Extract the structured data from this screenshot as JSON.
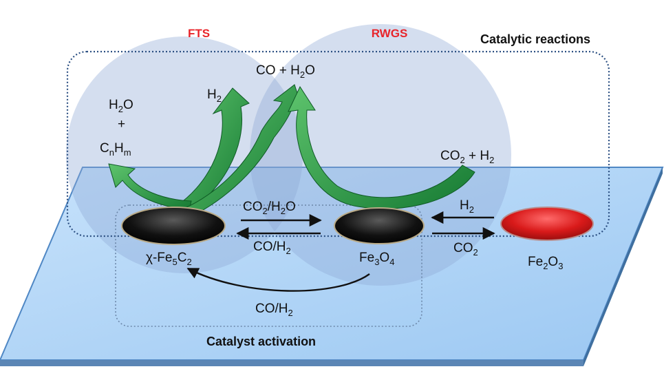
{
  "colors": {
    "fts": "#e8242a",
    "rwgs": "#e8242a",
    "plate": "#a9d1f5",
    "plate_edge": "#4f87c4",
    "circle": "#8ea9d4",
    "arrow_green": "#1f9b44",
    "fe2o3": "#d91a1a",
    "dark_disc": "#111111"
  },
  "titles": {
    "fts": "FTS",
    "rwgs": "RWGS",
    "catalytic_reactions": "Catalytic reactions",
    "catalyst_activation": "Catalyst activation"
  },
  "species": {
    "fe5c2_prefix": "χ-Fe",
    "fe5c2_sub1": "5",
    "fe5c2_mid": "C",
    "fe5c2_sub2": "2",
    "fe3o4_prefix": "Fe",
    "fe3o4_sub1": "3",
    "fe3o4_mid": "O",
    "fe3o4_sub2": "4",
    "fe2o3_prefix": "Fe",
    "fe2o3_sub1": "2",
    "fe2o3_mid": "O",
    "fe2o3_sub2": "3"
  },
  "reactions": {
    "h2o_plus_h": "H",
    "h2o_plus_sub": "2",
    "h2o_plus_o": "O",
    "plus": "+",
    "cnhm_c": "C",
    "cnhm_n": "n",
    "cnhm_h": "H",
    "cnhm_m": "m",
    "h2_in_h": "H",
    "h2_in_sub": "2",
    "co_h2o_a": "CO + H",
    "co_h2o_sub": "2",
    "co_h2o_b": "O",
    "co2_h2_a": "CO",
    "co2_h2_sub": "2",
    "co2_h2_b": " + H",
    "co2_h2_sub2": "2"
  },
  "activation": {
    "co2h2o_a": "CO",
    "co2h2o_sub1": "2",
    "co2h2o_b": "/H",
    "co2h2o_sub2": "2",
    "co2h2o_c": "O",
    "coh2_top_a": "CO/H",
    "coh2_top_sub": "2",
    "h2_right_a": "H",
    "h2_right_sub": "2",
    "co2_right_a": "CO",
    "co2_right_sub": "2",
    "coh2_bottom_a": "CO/H",
    "coh2_bottom_sub": "2"
  }
}
